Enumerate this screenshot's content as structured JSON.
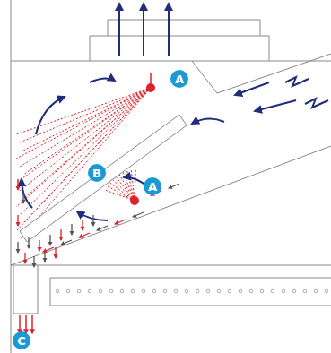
{
  "diagram": {
    "nodes": [
      {
        "text": [
          "A"
        ]
      },
      {
        "text": [
          "B"
        ]
      },
      {
        "text": [
          "A"
        ]
      },
      {
        "text": [
          "C"
        ]
      }
    ]
  }
}
